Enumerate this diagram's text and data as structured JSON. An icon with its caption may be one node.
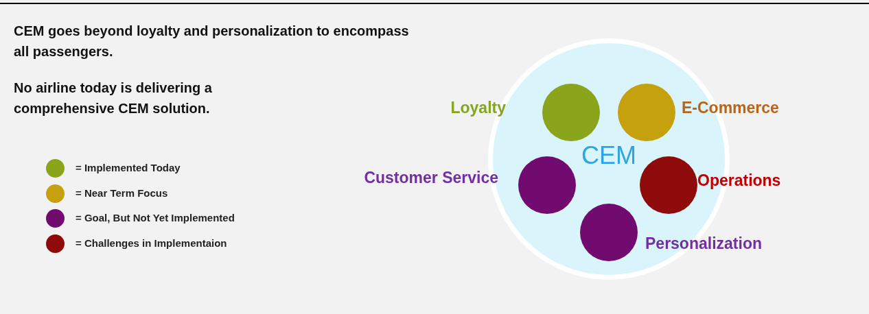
{
  "diagram": {
    "nodes": [
      {
        "text": [
          "CEM"
        ]
      },
      {
        "text": [],
        "shape": "circle",
        "in": 0,
        "beside": [
          "Loyalty"
        ]
      },
      {
        "text": [],
        "shape": "circle",
        "in": 0,
        "beside": [
          "E-Commerce"
        ]
      },
      {
        "text": [],
        "shape": "circle",
        "in": 0,
        "beside": [
          "Customer Service"
        ]
      },
      {
        "text": [],
        "shape": "circle",
        "in": 0,
        "beside": [
          "Operations"
        ]
      },
      {
        "text": [],
        "shape": "circle",
        "in": 0,
        "beside": [
          "Personalization"
        ]
      }
    ],
    "labels": [
      "CEM goes beyond loyalty and personalization to encompass all passengers.",
      "No airline today is delivering a comprehensive CEM solution."
    ],
    "legend": [
      {
        "text": "= Implemented Today",
        "color": "#8aa51c"
      },
      {
        "text": "= Near Term Focus",
        "color": "#c4a10d"
      },
      {
        "text": "= Goal, But Not Yet Implemented",
        "color": "#720b6f"
      },
      {
        "text": "= Challenges in Implementaion",
        "color": "#8f0a0a"
      }
    ]
  }
}
